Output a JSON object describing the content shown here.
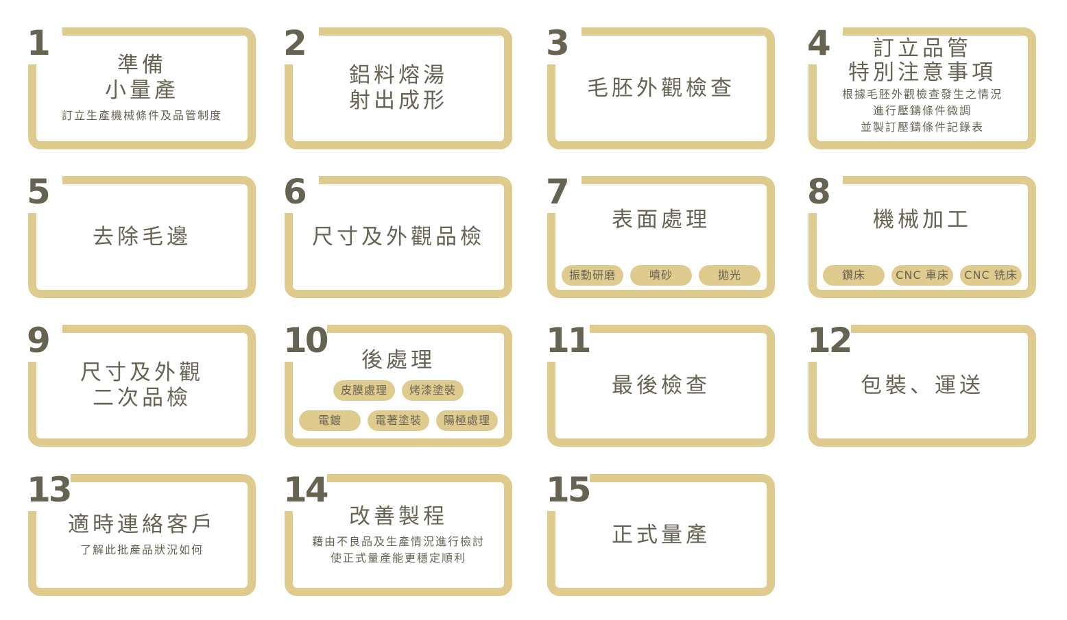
{
  "steps": [
    {
      "num": "1",
      "title": "準備\n小量產",
      "sub": "訂立生產機械條件及品管制度"
    },
    {
      "num": "2",
      "title": "鋁料熔湯\n射出成形"
    },
    {
      "num": "3",
      "title": "毛胚外觀檢查"
    },
    {
      "num": "4",
      "title": "訂立品管\n特別注意事項",
      "sub": "根據毛胚外觀檢查發生之情況\n進行壓鑄條件微調\n並製訂壓鑄條件記錄表"
    },
    {
      "num": "5",
      "title": "去除毛邊"
    },
    {
      "num": "6",
      "title": "尺寸及外觀品檢"
    },
    {
      "num": "7",
      "title": "表面處理",
      "tags": [
        "振動研磨",
        "噴砂",
        "拋光"
      ]
    },
    {
      "num": "8",
      "title": "機械加工",
      "tags": [
        "鑽床",
        "CNC 車床",
        "CNC 铣床"
      ]
    },
    {
      "num": "9",
      "title": "尺寸及外觀\n二次品檢"
    },
    {
      "num": "10",
      "title": "後處理",
      "tags_row1": [
        "皮膜處理",
        "烤漆塗裝"
      ],
      "tags_row2": [
        "電鍍",
        "電著塗裝",
        "陽極處理"
      ]
    },
    {
      "num": "11",
      "title": "最後檢查"
    },
    {
      "num": "12",
      "title": "包裝、運送"
    },
    {
      "num": "13",
      "title": "適時連絡客戶",
      "sub": "了解此批產品狀況如何"
    },
    {
      "num": "14",
      "title": "改善製程",
      "sub": "藉由不良品及生產情況進行檢討\n使正式量產能更穩定順利"
    },
    {
      "num": "15",
      "title": "正式量產"
    }
  ],
  "colors": {
    "frame": "#dfcb8e",
    "text": "#666353",
    "background": "#ffffff"
  }
}
